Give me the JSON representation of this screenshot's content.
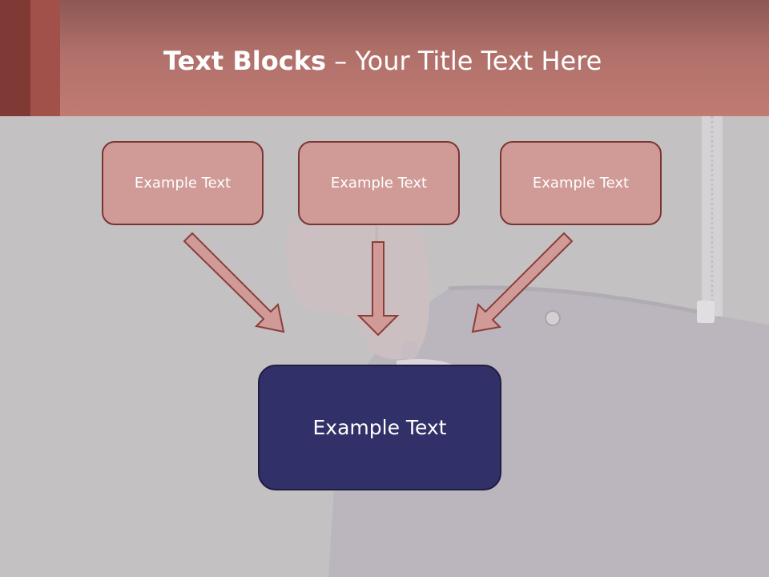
{
  "title": {
    "bold_part": "Text Blocks",
    "separator": " – ",
    "regular_part": "Your Title Text Here"
  },
  "blocks": {
    "top": [
      "Example Text",
      "Example Text",
      "Example Text"
    ],
    "main": "Example Text"
  },
  "colors": {
    "header": "#c07b73",
    "header_dark": "#7f3a36",
    "small_box_fill": "#d09a96",
    "small_box_border": "#7a3533",
    "main_box_fill": "#323068",
    "arrow_fill": "#d09a96",
    "arrow_border": "#8a3e3a"
  }
}
